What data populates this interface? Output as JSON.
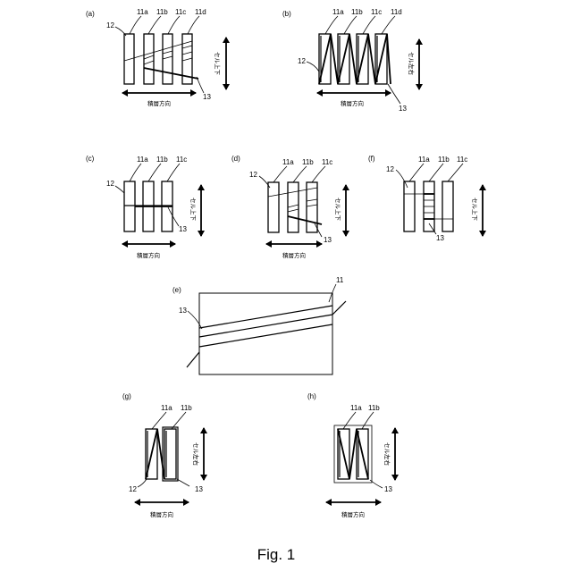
{
  "figure": {
    "caption": "Fig. 1",
    "panel_labels": [
      "(a)",
      "(b)",
      "(c)",
      "(d)",
      "(f)",
      "(e)",
      "(g)",
      "(h)"
    ],
    "stacking_direction": "積層方向",
    "cell_up_down": "セル上下",
    "cell_left_right": "セル左右",
    "refs": {
      "r11": "11",
      "r11a": "11a",
      "r11b": "11b",
      "r11c": "11c",
      "r11d": "11d",
      "r12": "12",
      "r13": "13"
    }
  }
}
